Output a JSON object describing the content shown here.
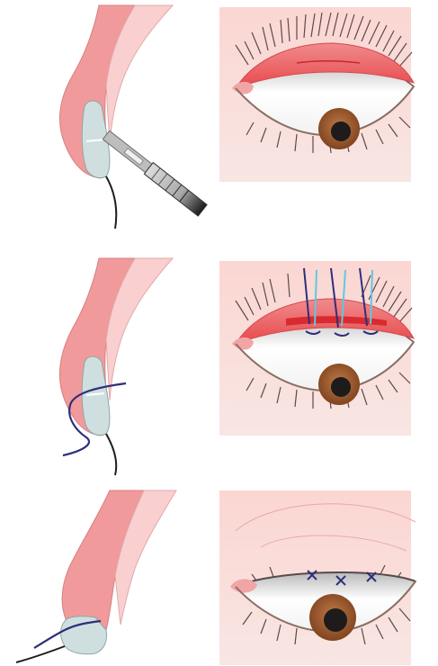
{
  "figure": {
    "panels": [
      {
        "id": "step-1",
        "left_view": "sagittal-eyelid-incision-scalpel",
        "right_view": "frontal-eye-incision-line"
      },
      {
        "id": "step-2",
        "left_view": "sagittal-eyelid-suture-passage",
        "right_view": "frontal-eye-three-sutures"
      },
      {
        "id": "step-3",
        "left_view": "sagittal-eyelid-suture-tied",
        "right_view": "frontal-eye-sutures-tied"
      }
    ],
    "icons": [
      "scalpel-icon",
      "eye-icon",
      "suture-icon",
      "eyelashes-icon"
    ]
  },
  "colors": {
    "skin_pink": "#f19a9c",
    "skin_light": "#f9cfcf",
    "tarsus_gray": "#cfdfdf",
    "panel_bg_top": "#fbd9d5",
    "panel_bg_bottom": "#f7e4e1",
    "lid_red": "#ea5f61",
    "iris_brown": "#9b5a2e",
    "pupil": "#1d1b1b",
    "suture_blue": "#2e2f7a",
    "suture_cyan": "#5ec9e2",
    "lash_dark": "#5a4a4a",
    "sclera": "#ffffff",
    "metal": "#8e8e8e"
  }
}
